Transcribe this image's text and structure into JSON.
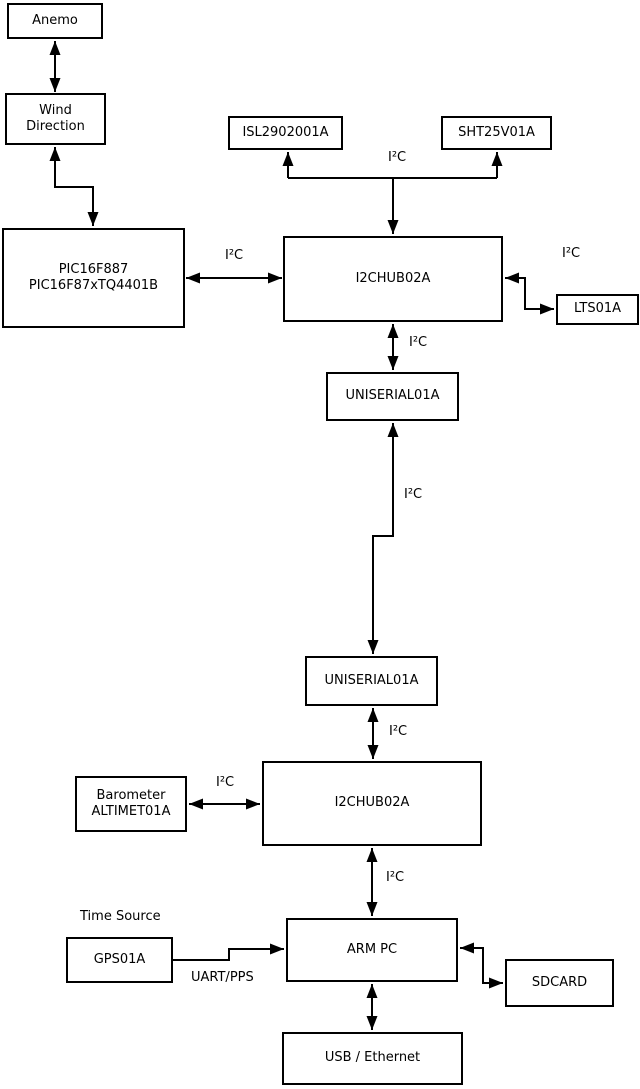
{
  "diagram": {
    "title_note": "",
    "colors": {
      "line": "#000000",
      "background": "#ffffff",
      "box_fill": "#ffffff"
    },
    "nodes": {
      "anemo": {
        "label": "Anemo"
      },
      "wind_direction": {
        "line1": "Wind",
        "line2": "Direction"
      },
      "pic": {
        "line1": "PIC16F887",
        "line2": "PIC16F87xTQ4401B"
      },
      "isl": {
        "label": "ISL2902001A"
      },
      "sht": {
        "label": "SHT25V01A"
      },
      "i2chub_top": {
        "label": "I2CHUB02A"
      },
      "lts": {
        "label": "LTS01A"
      },
      "uniserial_upper": {
        "label": "UNISERIAL01A"
      },
      "uniserial_lower": {
        "label": "UNISERIAL01A"
      },
      "barometer": {
        "line1": "Barometer",
        "line2": "ALTIMET01A"
      },
      "i2chub_bottom": {
        "label": "I2CHUB02A"
      },
      "arm_pc": {
        "label": "ARM PC"
      },
      "gps": {
        "label": "GPS01A"
      },
      "sdcard": {
        "label": "SDCARD"
      },
      "usb_ethernet": {
        "label": "USB / Ethernet"
      }
    },
    "labels": {
      "time_source": "Time Source"
    },
    "edges": [
      {
        "from": "Anemo",
        "to": "Wind Direction",
        "arrows": "both"
      },
      {
        "from": "Wind Direction",
        "to": "PIC16F887 PIC16F87xTQ4401B",
        "arrows": "both"
      },
      {
        "from": "PIC16F887 PIC16F87xTQ4401B",
        "to": "I2CHUB02A (top)",
        "arrows": "both",
        "label": "I²C"
      },
      {
        "from": "I2CHUB02A (top)",
        "to": "ISL2902001A / SHT25V01A",
        "arrows": "both",
        "label": "I²C"
      },
      {
        "from": "I2CHUB02A (top)",
        "to": "LTS01A",
        "arrows": "both",
        "label": "I²C"
      },
      {
        "from": "I2CHUB02A (top)",
        "to": "UNISERIAL01A (upper)",
        "arrows": "both",
        "label": "I²C"
      },
      {
        "from": "UNISERIAL01A (upper)",
        "to": "UNISERIAL01A (lower)",
        "arrows": "both",
        "label": "I²C"
      },
      {
        "from": "UNISERIAL01A (lower)",
        "to": "I2CHUB02A (lower)",
        "arrows": "both",
        "label": "I²C"
      },
      {
        "from": "Barometer ALTIMET01A",
        "to": "I2CHUB02A (lower)",
        "arrows": "both",
        "label": "I²C"
      },
      {
        "from": "I2CHUB02A (lower)",
        "to": "ARM PC",
        "arrows": "both",
        "label": "I²C"
      },
      {
        "from": "GPS01A",
        "to": "ARM PC",
        "arrows": "to",
        "label": "UART/PPS"
      },
      {
        "from": "ARM PC",
        "to": "SDCARD",
        "arrows": "both"
      },
      {
        "from": "ARM PC",
        "to": "USB / Ethernet",
        "arrows": "both"
      }
    ]
  }
}
